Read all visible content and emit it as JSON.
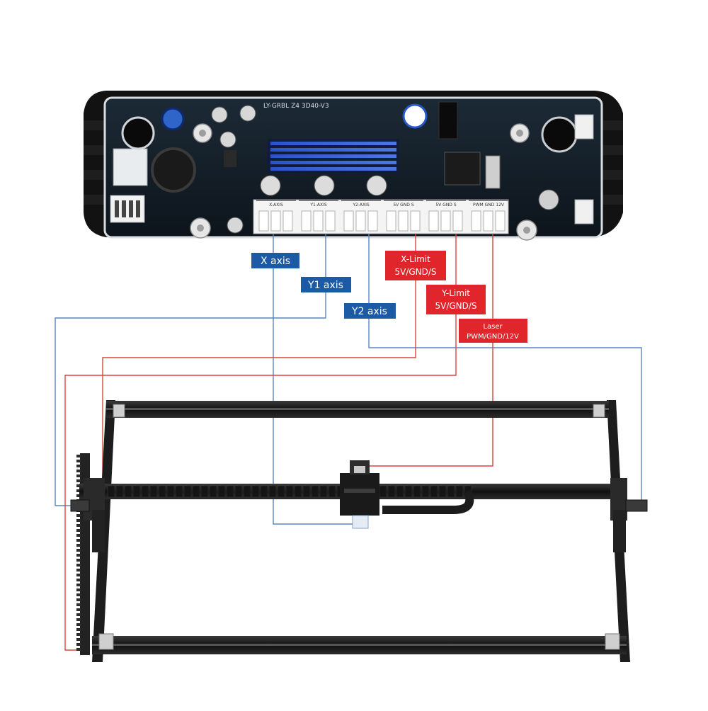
{
  "board": {
    "silkscreen_title": "LY-GRBL Z4 3D40-V3",
    "header_labels": [
      "X-AXIS",
      "Y1-AXIS",
      "Y2-AXIS",
      "5V GND S",
      "5V GND S",
      "PWM GND 12V"
    ]
  },
  "callouts": {
    "x_axis": "X axis",
    "y1_axis": "Y1 axis",
    "y2_axis": "Y2 axis",
    "x_limit_1": "X-Limit",
    "x_limit_2": "5V/GND/S",
    "y_limit_1": "Y-Limit",
    "y_limit_2": "5V/GND/S",
    "laser_1": "Laser",
    "laser_2": "PWM/GND/12V"
  },
  "colors": {
    "axis_callout": "#1d5aa6",
    "limit_callout": "#e0262b",
    "wire_blue": "#5b86c0",
    "wire_red": "#d9453f",
    "board_pcb": "#101820",
    "heatsink": "#121212",
    "frame": "#1b1b1b"
  }
}
